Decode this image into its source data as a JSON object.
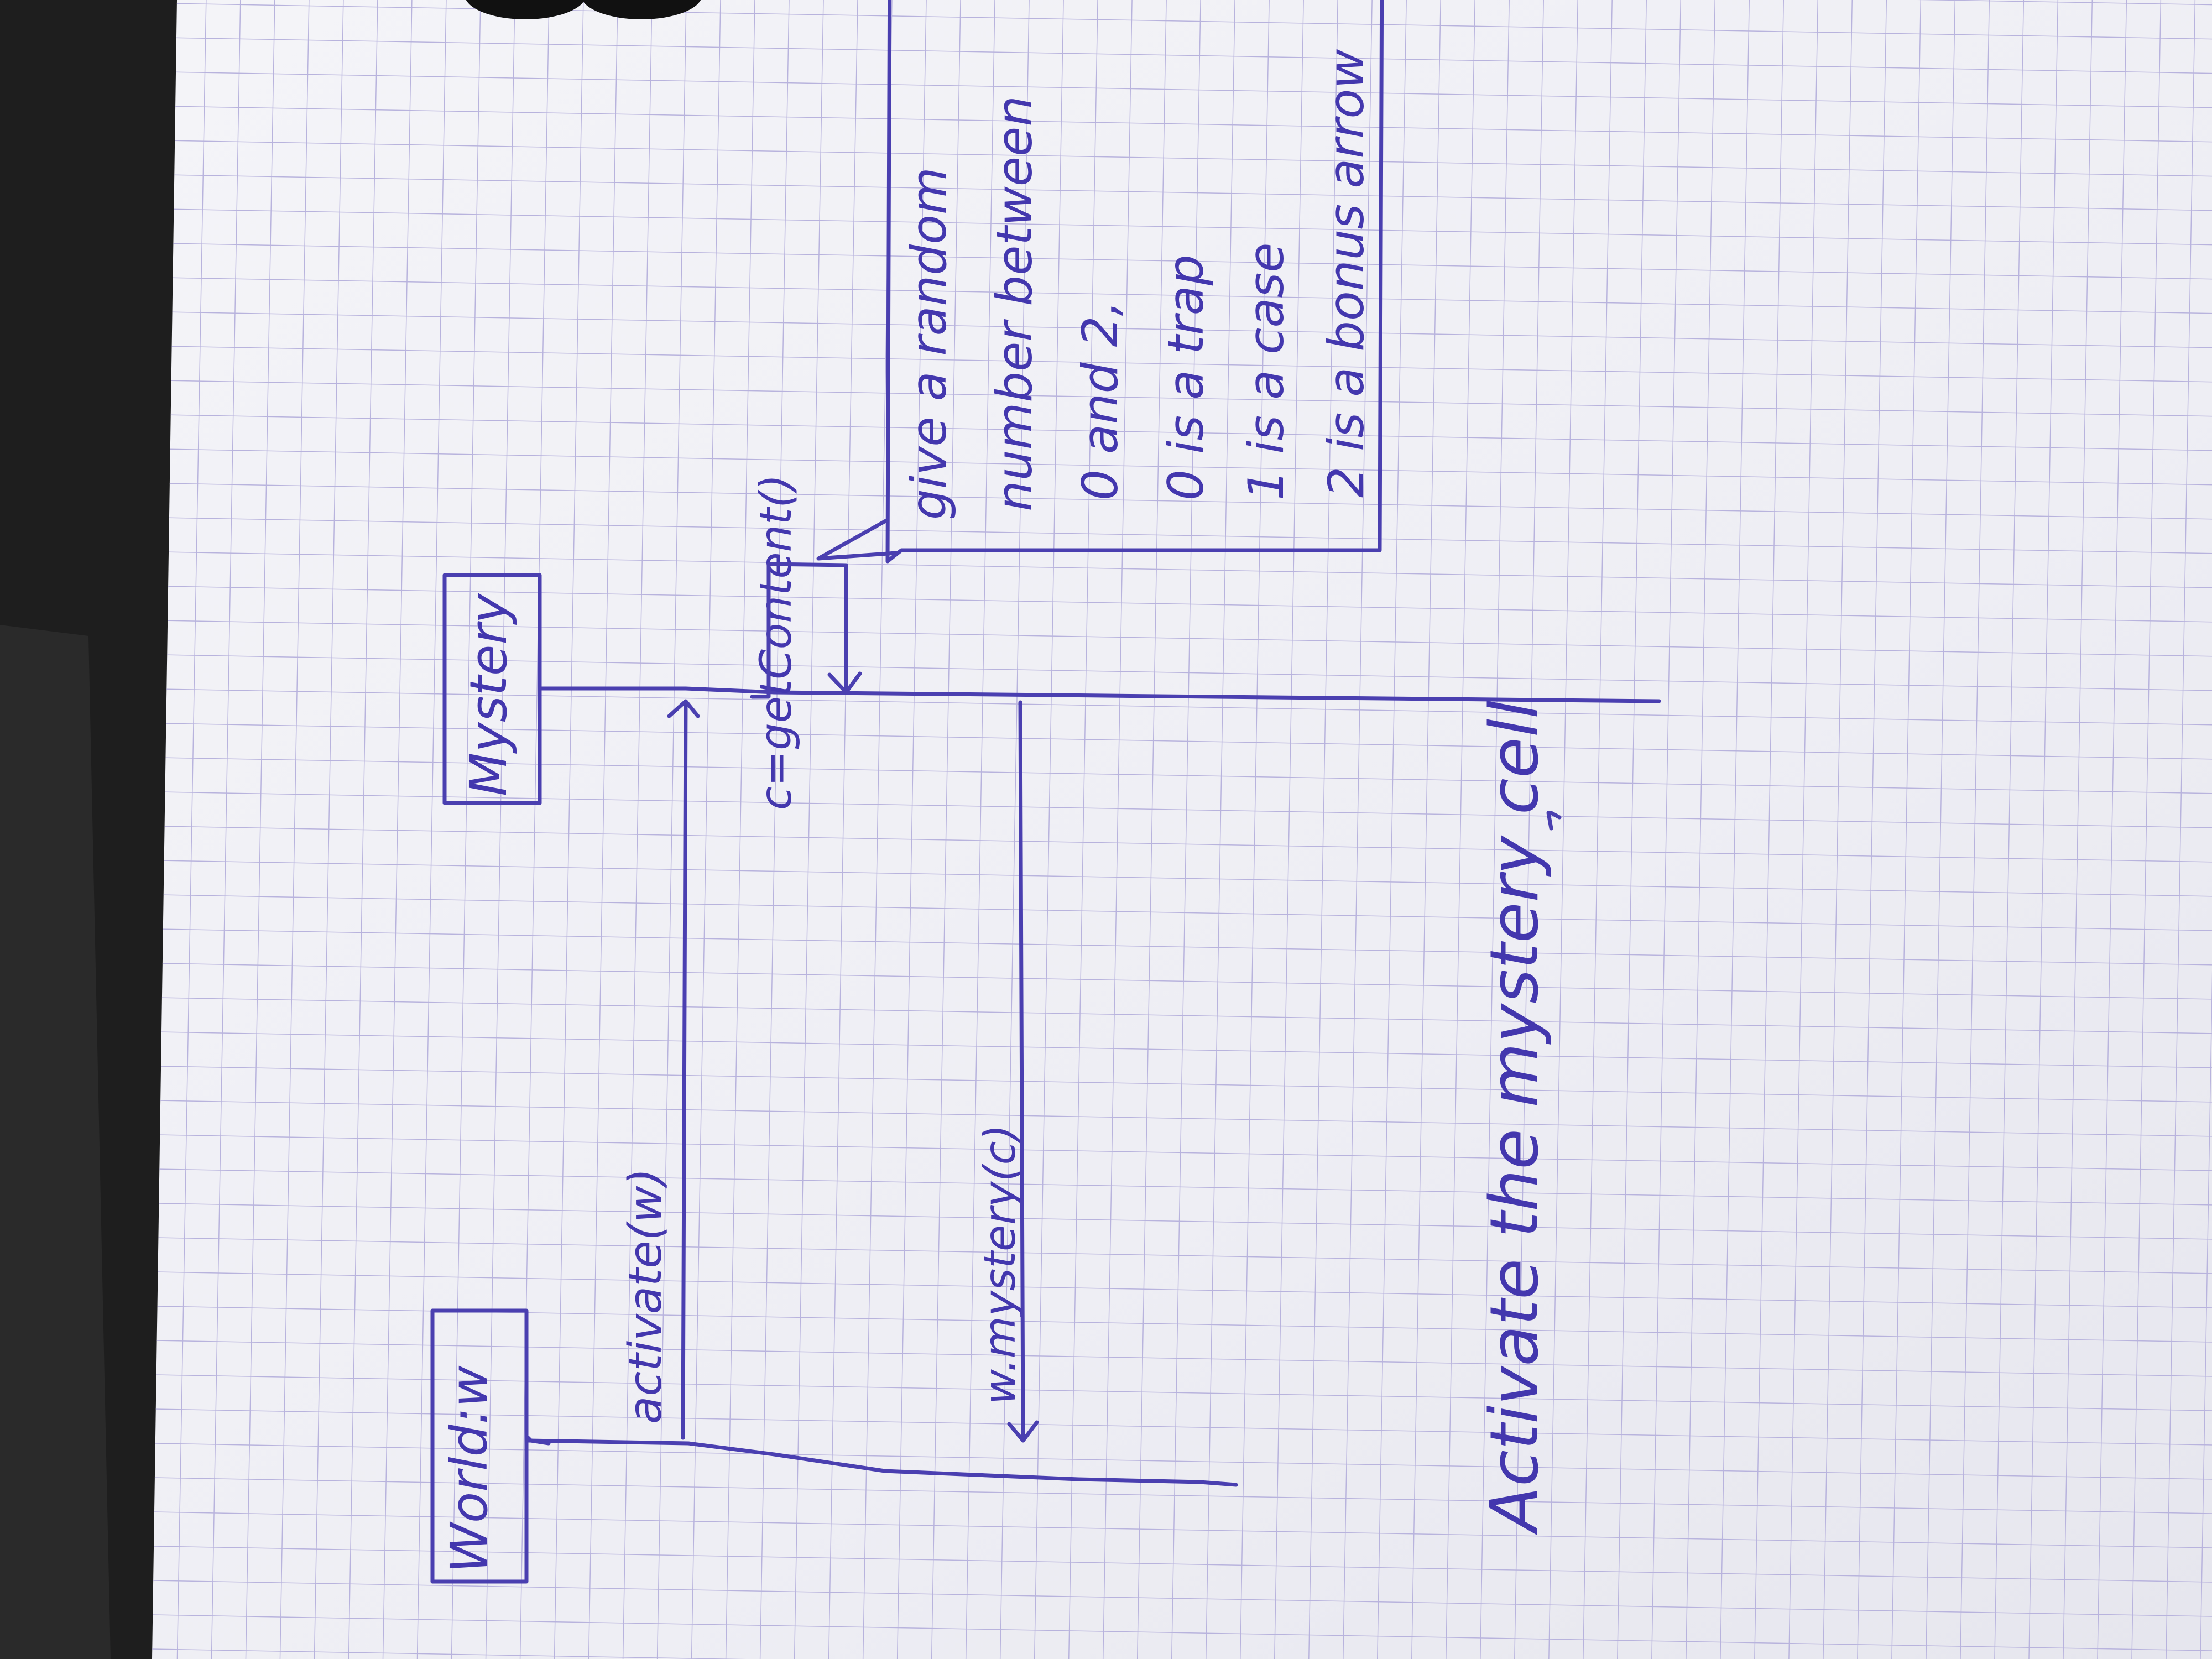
{
  "diagram": {
    "title": "Activate the mystery cell",
    "lifelines": [
      {
        "name": "world",
        "label": "World:w"
      },
      {
        "name": "mystery",
        "label": "Mystery"
      }
    ],
    "messages": [
      {
        "name": "activate",
        "label": "activate(w)",
        "from": "World:w",
        "to": "Mystery"
      },
      {
        "name": "get-content",
        "label": "c=getContent()",
        "from": "Mystery",
        "to": "Mystery"
      },
      {
        "name": "w-mystery",
        "label": "w.mystery(c)",
        "from": "Mystery",
        "to": "World:w"
      }
    ],
    "note": {
      "lines": [
        "give a random",
        "number between",
        "0 and 2,",
        "0 is a trap",
        "1 is a case",
        "2 is a bonus arrow"
      ]
    }
  },
  "colors": {
    "ink": "#4a3fb0",
    "paper": "#f1f1f6",
    "grid": "#b8b3dd",
    "desk": "#1e1e1e"
  }
}
